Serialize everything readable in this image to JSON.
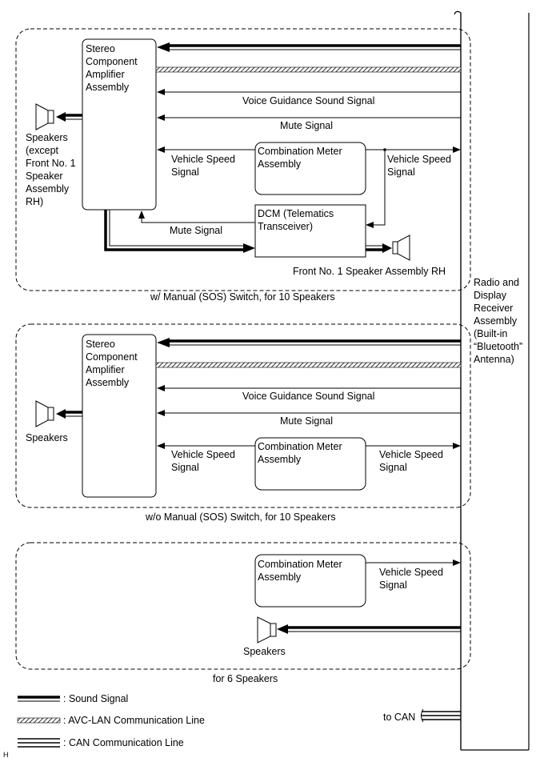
{
  "radio": {
    "label_lines": [
      "Radio and",
      "Display",
      "Receiver",
      "Assembly",
      "(Built-in",
      "“Bluetooth”",
      "Antenna)"
    ]
  },
  "section1": {
    "caption": "w/ Manual (SOS) Switch, for 10 Speakers",
    "amplifier_lines": [
      "Stereo",
      "Component",
      "Amplifier",
      "Assembly"
    ],
    "speakers_lines": [
      "Speakers",
      "(except",
      "Front No. 1",
      "Speaker",
      "Assembly",
      "RH)"
    ],
    "voice_guidance": "Voice Guidance Sound Signal",
    "mute_signal": "Mute Signal",
    "vehicle_speed_left_lines": [
      "Vehicle Speed",
      "Signal"
    ],
    "vehicle_speed_right_lines": [
      "Vehicle Speed",
      "Signal"
    ],
    "combination_meter_lines": [
      "Combination Meter",
      "Assembly"
    ],
    "dcm_lines": [
      "DCM (Telematics",
      "Transceiver)"
    ],
    "dcm_mute_signal": "Mute Signal",
    "front_speaker": "Front No. 1 Speaker Assembly RH"
  },
  "section2": {
    "caption": "w/o Manual (SOS) Switch, for 10 Speakers",
    "amplifier_lines": [
      "Stereo",
      "Component",
      "Amplifier",
      "Assembly"
    ],
    "speakers": "Speakers",
    "voice_guidance": "Voice Guidance Sound Signal",
    "mute_signal": "Mute Signal",
    "vehicle_speed_left_lines": [
      "Vehicle Speed",
      "Signal"
    ],
    "vehicle_speed_right_lines": [
      "Vehicle Speed",
      "Signal"
    ],
    "combination_meter_lines": [
      "Combination Meter",
      "Assembly"
    ]
  },
  "section3": {
    "caption": "for 6 Speakers",
    "combination_meter_lines": [
      "Combination Meter",
      "Assembly"
    ],
    "vehicle_speed_lines": [
      "Vehicle Speed",
      "Signal"
    ],
    "speakers": "Speakers"
  },
  "legend": {
    "sound": ": Sound Signal",
    "avc": ": AVC-LAN Communication Line",
    "can": ": CAN Communication Line"
  },
  "to_can": "to CAN",
  "corner_mark": "H"
}
